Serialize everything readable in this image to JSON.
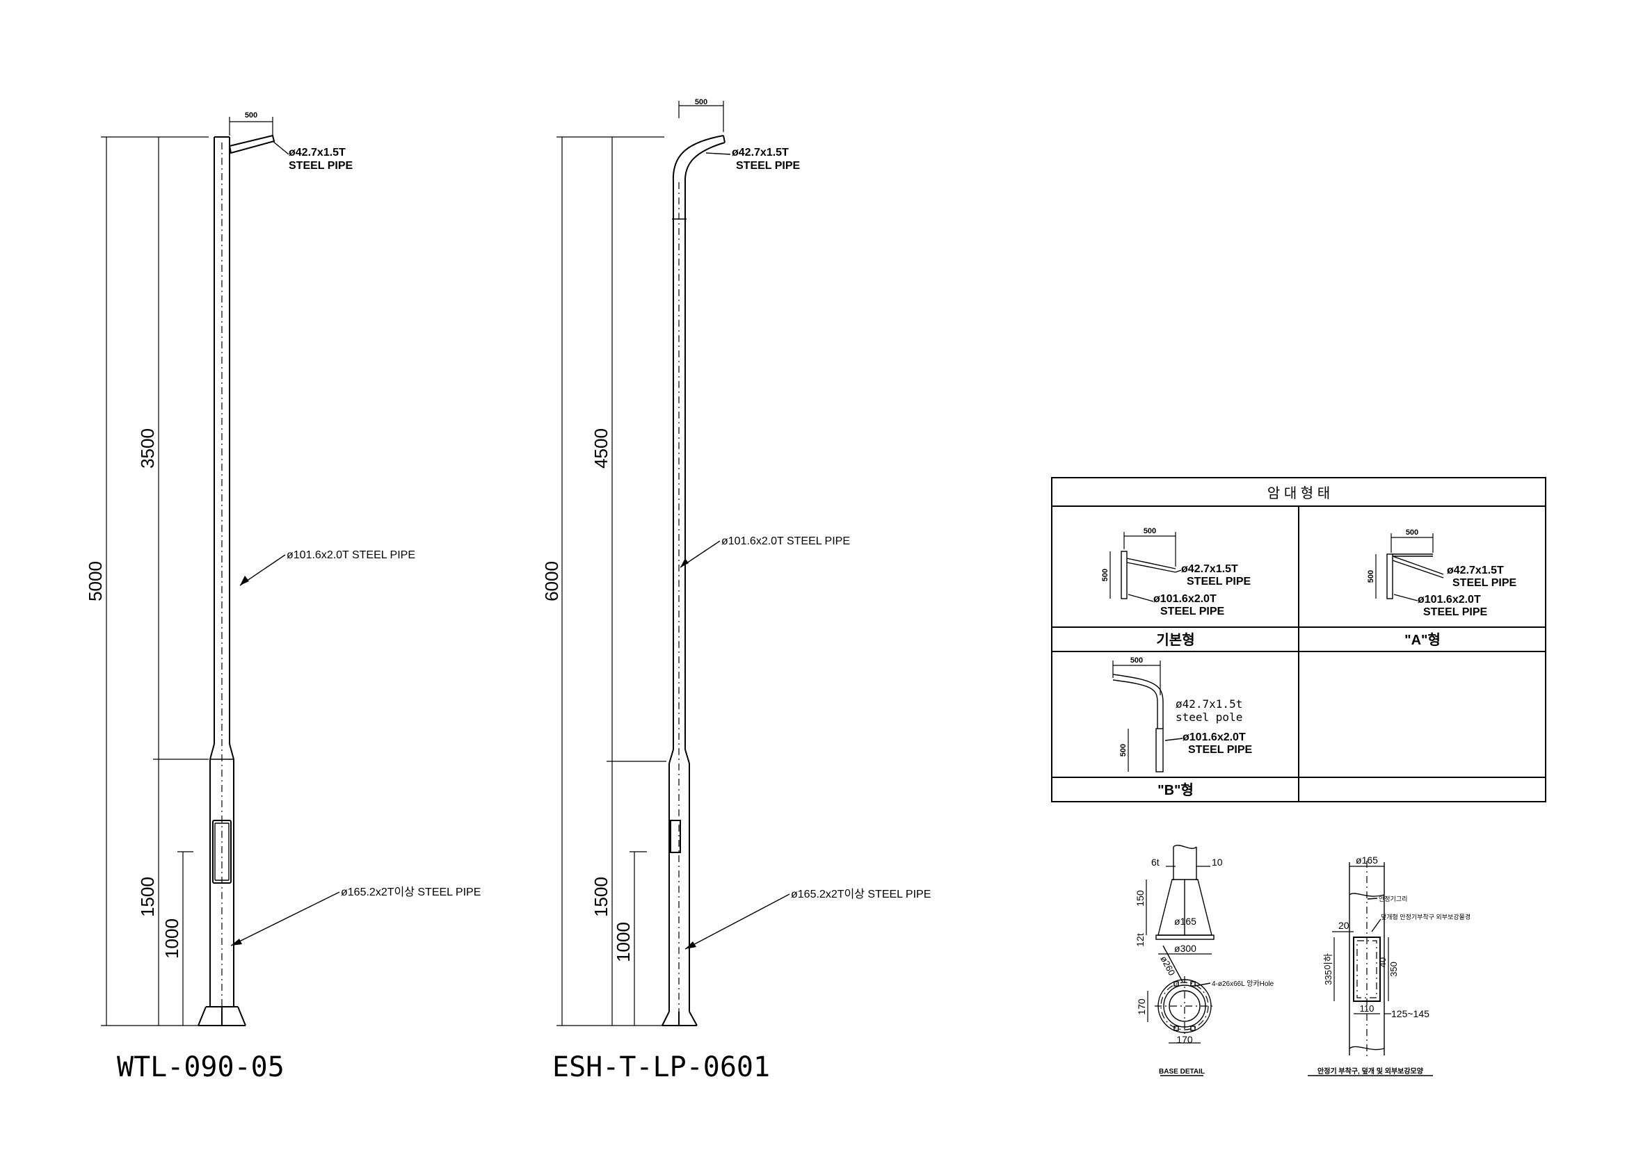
{
  "pole_a": {
    "model": "WTL-090-05",
    "arm_width": "500",
    "arm_pipe_spec": "ø42.7x1.5T",
    "arm_pipe_type": "STEEL PIPE",
    "upper_pipe": "ø101.6x2.0T STEEL PIPE",
    "lower_pipe": "ø165.2x2T이상 STEEL PIPE",
    "total_height": "5000",
    "upper_height": "3500",
    "lower_height": "1500",
    "door_height": "1000"
  },
  "pole_b": {
    "model": "ESH-T-LP-0601",
    "arm_width": "500",
    "arm_pipe_spec": "ø42.7x1.5T",
    "arm_pipe_type": "STEEL PIPE",
    "upper_pipe": "ø101.6x2.0T STEEL PIPE",
    "lower_pipe": "ø165.2x2T이상 STEEL PIPE",
    "total_height": "6000",
    "upper_height": "4500",
    "lower_height": "1500",
    "door_height": "1000"
  },
  "arm_table": {
    "title": "암 대 형 태",
    "basic": {
      "label": "기본형",
      "width": "500",
      "height": "500",
      "arm_spec": "ø42.7x1.5T",
      "arm_type": "STEEL PIPE",
      "pole_spec": "ø101.6x2.0T",
      "pole_type": "STEEL PIPE"
    },
    "type_a": {
      "label": "\"A\"형",
      "width": "500",
      "height": "500",
      "arm_spec": "ø42.7x1.5T",
      "arm_type": "STEEL PIPE",
      "pole_spec": "ø101.6x2.0T",
      "pole_type": "STEEL PIPE"
    },
    "type_b": {
      "label": "\"B\"형",
      "width": "500",
      "height": "500",
      "arm_spec": "ø42.7x1.5t",
      "arm_type": "steel pole",
      "pole_spec": "ø101.6x2.0T",
      "pole_type": "STEEL PIPE"
    }
  },
  "base_detail": {
    "caption": "BASE DETAIL",
    "rib_thickness": "6t",
    "offset": "10",
    "rib_height": "150",
    "plate_thickness": "12t",
    "pipe_dia": "ø165",
    "plate_width": "ø300",
    "bolt_circle": "ø260",
    "holes": "4-ø26x66L 앙카Hole",
    "plate_pitch_v": "170",
    "plate_pitch_h": "170"
  },
  "door_detail": {
    "caption": "안정기 부착구, 덮개 및 외부보강모양",
    "pipe_dia": "ø165",
    "label_ground": "안정기그리",
    "label_cover": "덮개형 안정기부착구 외부보강물경",
    "offset": "20",
    "height_total": "335이하",
    "inner_top": "40",
    "inner_height": "350",
    "door_width": "110",
    "range": "125~145"
  }
}
